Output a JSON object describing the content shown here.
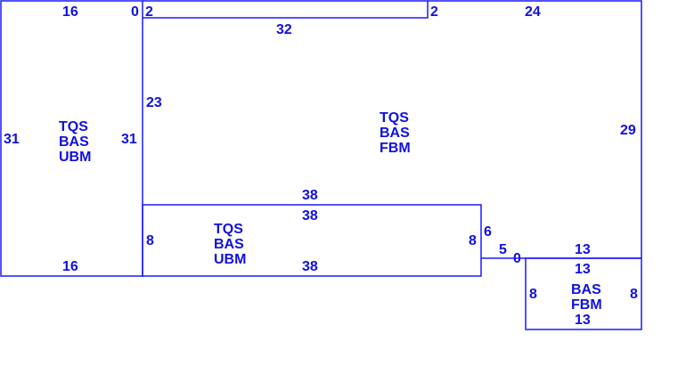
{
  "color": "#1010e0",
  "rooms": [
    {
      "lines": [
        "TQS",
        "BAS",
        "UBM"
      ]
    },
    {
      "lines": [
        "TQS",
        "BAS",
        "FBM"
      ]
    },
    {
      "lines": [
        "TQS",
        "BAS",
        "UBM"
      ]
    },
    {
      "lines": [
        "BAS",
        "FBM"
      ]
    }
  ],
  "dimensions": [
    "16",
    "0",
    "2",
    "2",
    "24",
    "32",
    "23",
    "31",
    "31",
    "29",
    "38",
    "38",
    "8",
    "8",
    "6",
    "5",
    "0",
    "13",
    "16",
    "38",
    "13",
    "8",
    "8",
    "13"
  ]
}
